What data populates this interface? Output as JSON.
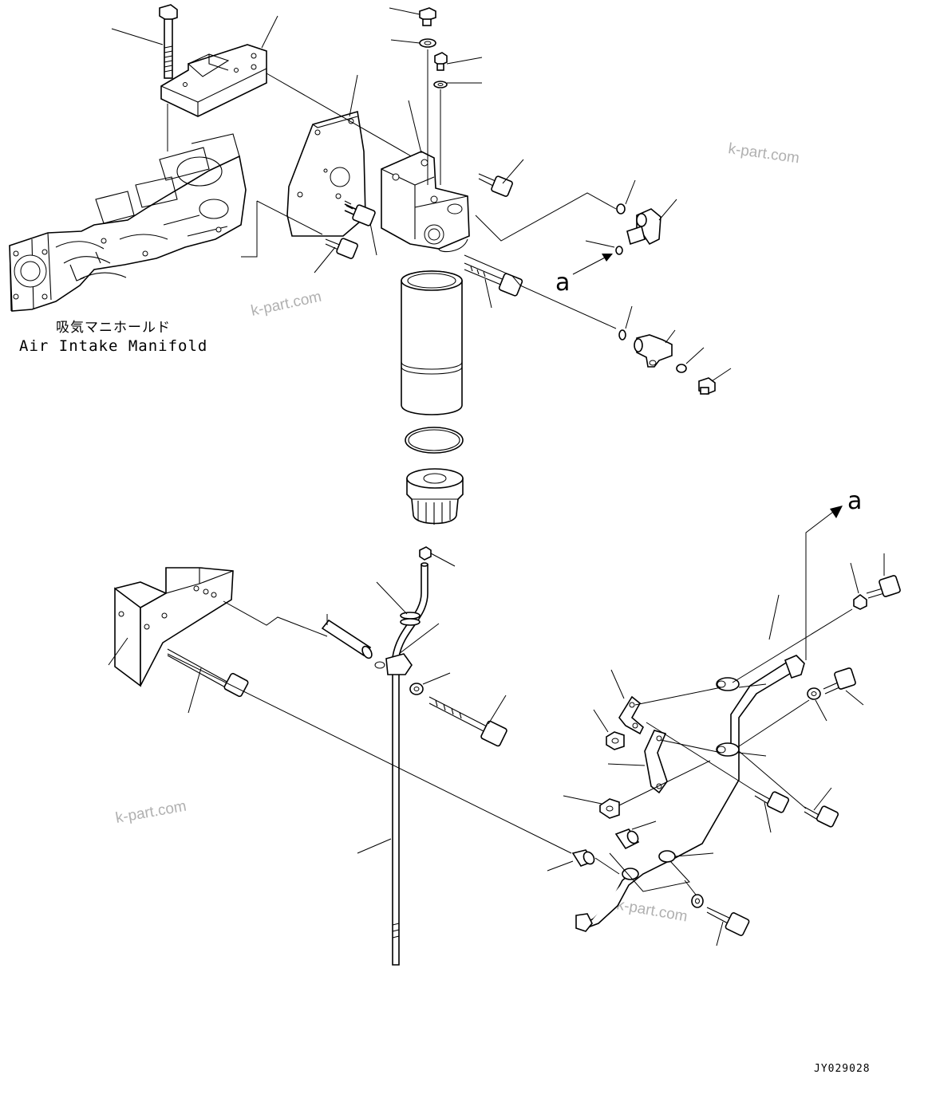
{
  "labels": {
    "manifold_jp": "吸気マニホールド",
    "manifold_en": "Air Intake Manifold",
    "view_a_top": "a",
    "view_a_bottom": "a",
    "drawing_code": "JY029028"
  },
  "watermarks": [
    "k-part.com",
    "k-part.com",
    "k-part.com",
    "k-part.com"
  ]
}
